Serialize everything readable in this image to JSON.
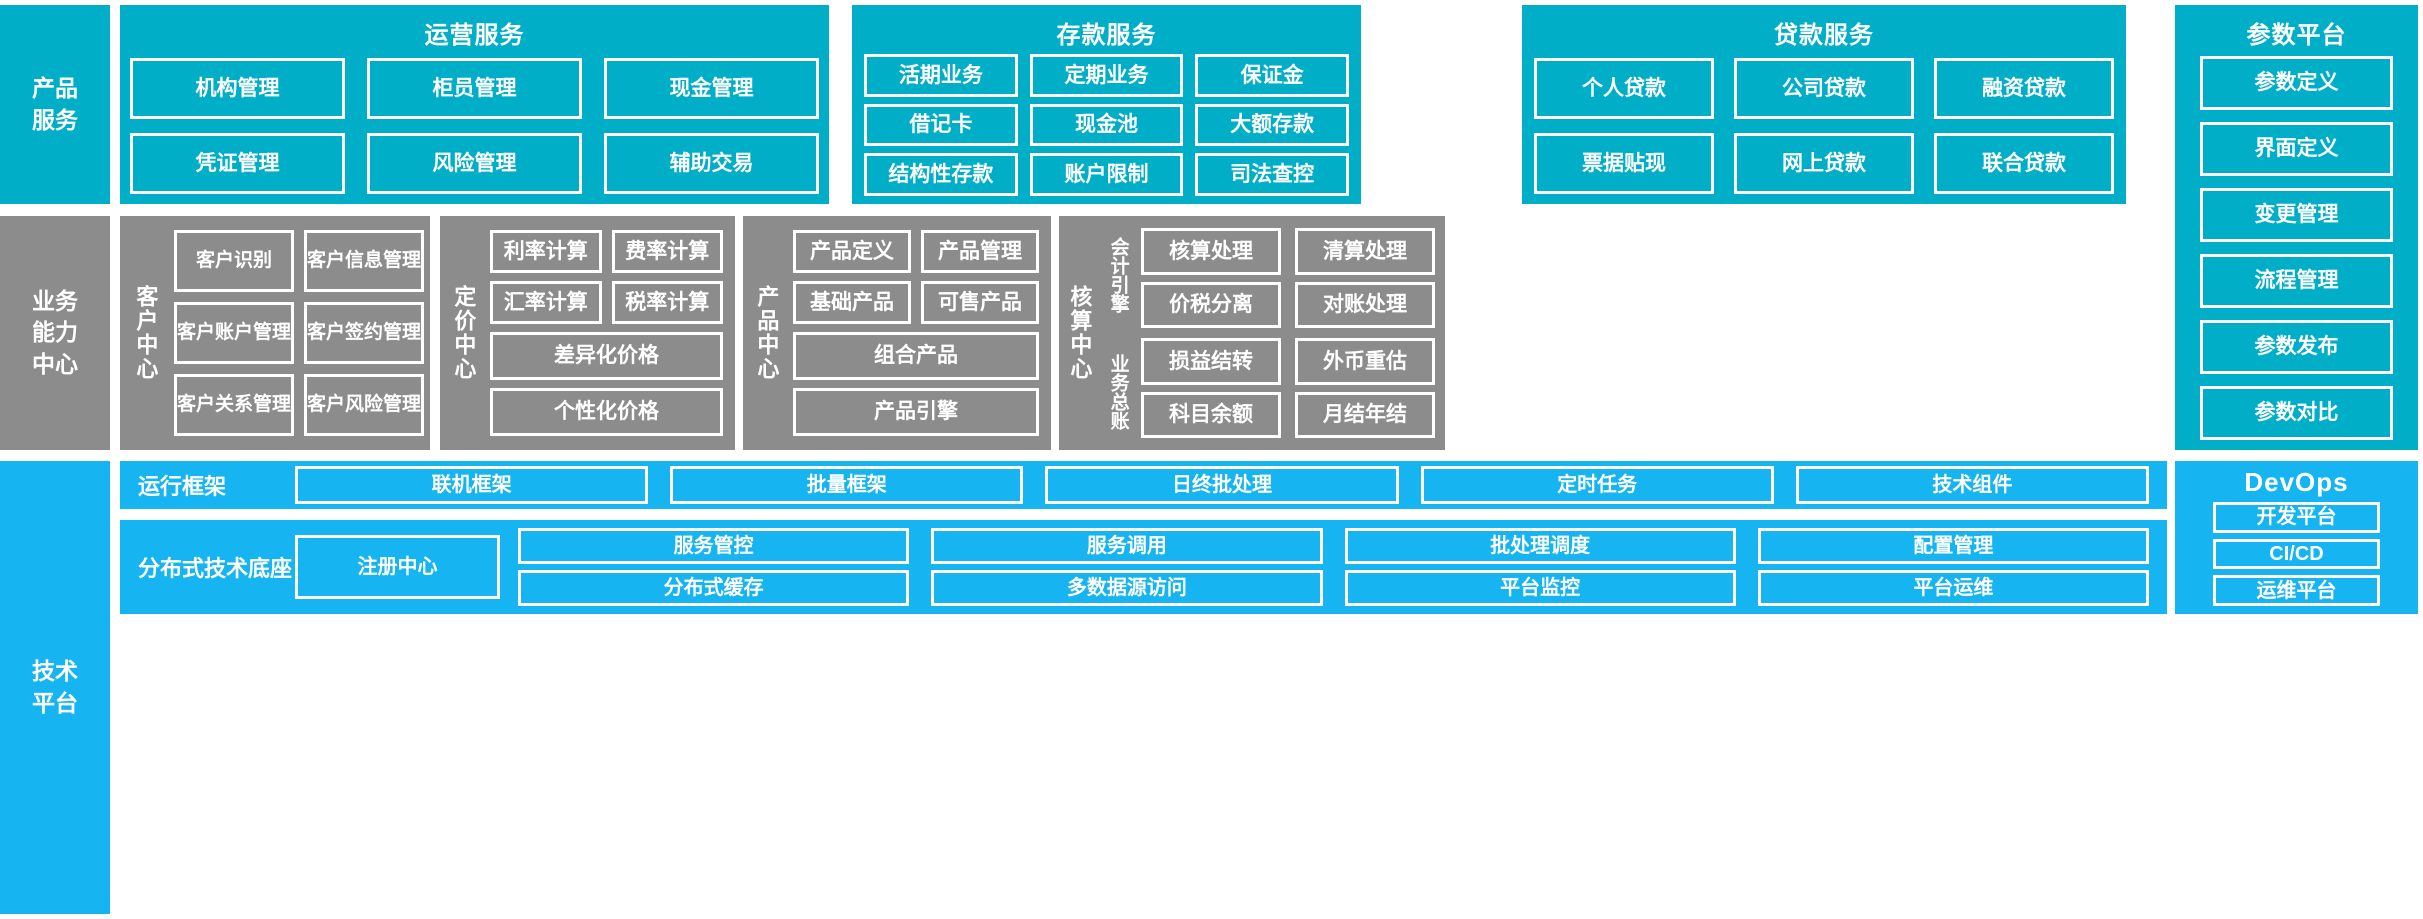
{
  "colors": {
    "teal": "#00AEC7",
    "gray": "#8C8C8C",
    "blue": "#16B4F0",
    "white": "#FFFFFF"
  },
  "layers": [
    {
      "id": "product-service",
      "label": "产品\n服务"
    },
    {
      "id": "business-capability-center",
      "label": "业务\n能力\n中心"
    },
    {
      "id": "technical-platform",
      "label": "技术\n平台"
    }
  ],
  "layer1": {
    "label_line1": "产品",
    "label_line2": "服务",
    "panels": [
      {
        "id": "operation-service",
        "title": "运营服务",
        "items": [
          "机构管理",
          "柜员管理",
          "现金管理",
          "凭证管理",
          "风险管理",
          "辅助交易"
        ]
      },
      {
        "id": "deposit-service",
        "title": "存款服务",
        "items": [
          "活期业务",
          "定期业务",
          "保证金",
          "借记卡",
          "现金池",
          "大额存款",
          "结构性存款",
          "账户限制",
          "司法查控"
        ]
      },
      {
        "id": "loan-service",
        "title": "贷款服务",
        "items": [
          "个人贷款",
          "公司贷款",
          "融资贷款",
          "票据贴现",
          "网上贷款",
          "联合贷款"
        ]
      }
    ],
    "sidebar": {
      "id": "parameter-platform",
      "title": "参数平台",
      "items": [
        "参数定义",
        "界面定义",
        "变更管理",
        "流程管理",
        "参数发布",
        "参数对比"
      ]
    }
  },
  "layer2": {
    "label_line1": "业务",
    "label_line2": "能力",
    "label_line3": "中心",
    "centers": [
      {
        "id": "customer-center",
        "vlabel": "客户中心",
        "items": [
          "客户识别",
          "客户信息管理",
          "客户账户管理",
          "客户签约管理",
          "客户关系管理",
          "客户风险管理"
        ]
      },
      {
        "id": "pricing-center",
        "vlabel": "定价中心",
        "items": [
          "利率计算",
          "费率计算",
          "汇率计算",
          "税率计算"
        ],
        "wide_items": [
          "差异化价格",
          "个性化价格"
        ]
      },
      {
        "id": "product-center",
        "vlabel": "产品中心",
        "items": [
          "产品定义",
          "产品管理",
          "基础产品",
          "可售产品"
        ],
        "wide_items": [
          "组合产品",
          "产品引擎"
        ]
      },
      {
        "id": "accounting-center",
        "vlabel": "核算中心",
        "sub_vlabels": [
          "会计引擎",
          "业务总账"
        ],
        "items_top": [
          "核算处理",
          "清算处理",
          "价税分离",
          "对账处理"
        ],
        "items_bottom": [
          "损益结转",
          "外币重估",
          "科目余额",
          "月结年结"
        ]
      }
    ]
  },
  "layer3": {
    "label_line1": "技术",
    "label_line2": "平台",
    "bands": [
      {
        "id": "runtime-framework",
        "label": "运行框架",
        "items": [
          "联机框架",
          "批量框架",
          "日终批处理",
          "定时任务",
          "技术组件"
        ]
      },
      {
        "id": "distributed-tech-base",
        "label": "分布式技术底座",
        "wide_item": "注册中心",
        "row1": [
          "服务管控",
          "服务调用",
          "批处理调度",
          "配置管理"
        ],
        "row2": [
          "分布式缓存",
          "多数据源访问",
          "平台监控",
          "平台运维"
        ]
      }
    ],
    "sidebar": {
      "id": "devops",
      "title": "DevOps",
      "items": [
        "开发平台",
        "CI/CD",
        "运维平台"
      ]
    }
  }
}
